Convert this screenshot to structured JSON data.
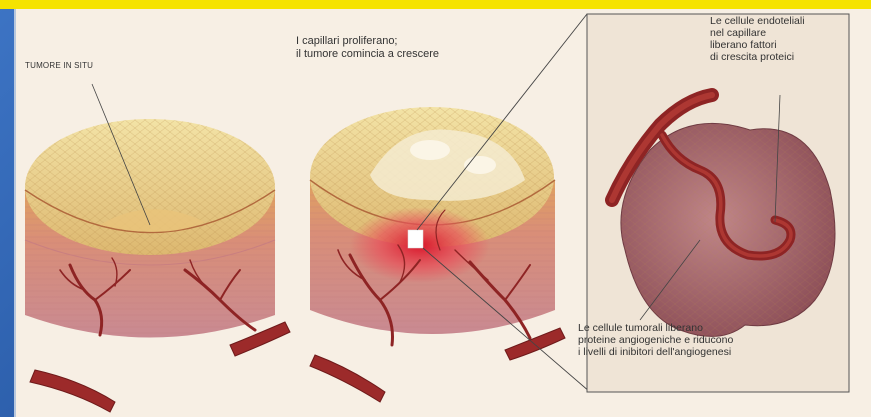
{
  "labels": {
    "in_situ": "TUMORE IN SITU",
    "capillaries": [
      "I capillari proliferano;",
      "il tumore comincia a crescere"
    ],
    "endothelial": [
      "Le cellule endoteliali",
      "nel capillare",
      "liberano fattori",
      "di crescita proteici"
    ],
    "tumor_cells": [
      "Le cellule tumorali liberano",
      "proteine angiogeniche e riducono",
      "i livelli di inibitori dell'angiogenesi"
    ]
  },
  "colors": {
    "frame_blue": "#2a5ca8",
    "top_bar": "#f5e300",
    "panel_bg": "#f7efe4",
    "tissue_top": "#ecd38a",
    "tissue_side": "#d98c7a",
    "vessel": "#9c2a2a"
  }
}
